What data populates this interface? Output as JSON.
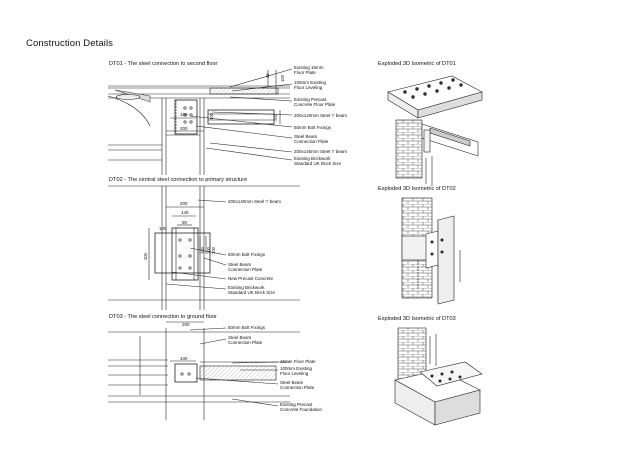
{
  "page_title": "Construction Details",
  "sections": {
    "dt01": {
      "title": "DT01 - The steel connection to second floor",
      "iso_title": "Exploded 3D Isometric of DT01",
      "labels": [
        "Existing 15mm\nFloor Plate",
        "100mm Existing\nFloor Leveling",
        "Existing Precast\nConcrete Floor Plate",
        "200x140mm Steel 'I' beam",
        "50mm Bolt Fixings",
        "Steel Beam\nConnection Plate",
        "200x140mm Steel 'I' beam",
        "Existing Brickwork\nStandard UK Brick Size"
      ],
      "dims": [
        "15",
        "100",
        "100",
        "100",
        "200",
        "200"
      ]
    },
    "dt02": {
      "title": "DT02 - The central steel connection to primary structure",
      "iso_title": "Exploded 3D Isometric of DT02",
      "labels": [
        "200x140mm Steel 'I' beam",
        "50mm Bolt Fixings",
        "Steel Beam\nConnection Plate",
        "New Precast Concrete",
        "Existing Brickwork\nStandard UK Brick Size"
      ],
      "dims": [
        "200",
        "140",
        "90",
        "100",
        "400",
        "100",
        "100",
        "200"
      ]
    },
    "dt03": {
      "title": "DT03 - The steel connection to ground floor",
      "iso_title": "Exploded 3D Isometric of DT03",
      "labels": [
        "50mm Bolt Fixings",
        "Steel Beam\nConnection Plate",
        "15mm Floor Plate",
        "100mm Existing\nFloor Leveling",
        "Steel Beam\nConnection Plate",
        "Existing Precast\nConcrete Foundation"
      ],
      "dims": [
        "200",
        "100"
      ]
    }
  }
}
